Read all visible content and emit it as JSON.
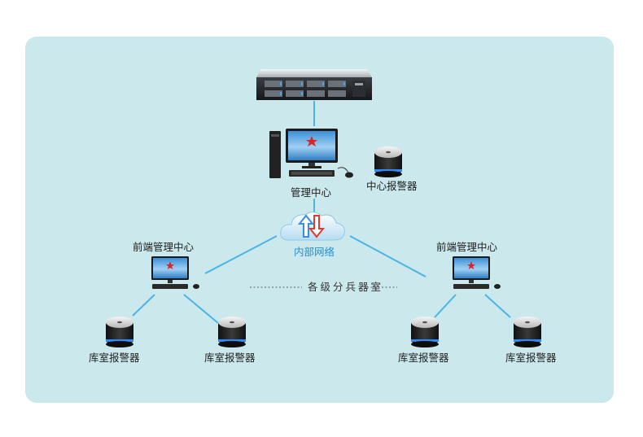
{
  "nodes": {
    "management_center": "管理中心",
    "center_alarm": "中心报警器",
    "intranet": "内部网络",
    "front_left": "前端管理中心",
    "front_right": "前端管理中心",
    "branch_group": "各级分兵器室",
    "alarm_1": "库室报警器",
    "alarm_2": "库室报警器",
    "alarm_3": "库室报警器",
    "alarm_4": "库室报警器"
  },
  "colors": {
    "panel": "#cbe8ec",
    "link": "#4bb4e6",
    "intranet_text": "#1f8fcf",
    "arrow_up": "#3a8fd6",
    "arrow_down": "#e03a2f"
  }
}
